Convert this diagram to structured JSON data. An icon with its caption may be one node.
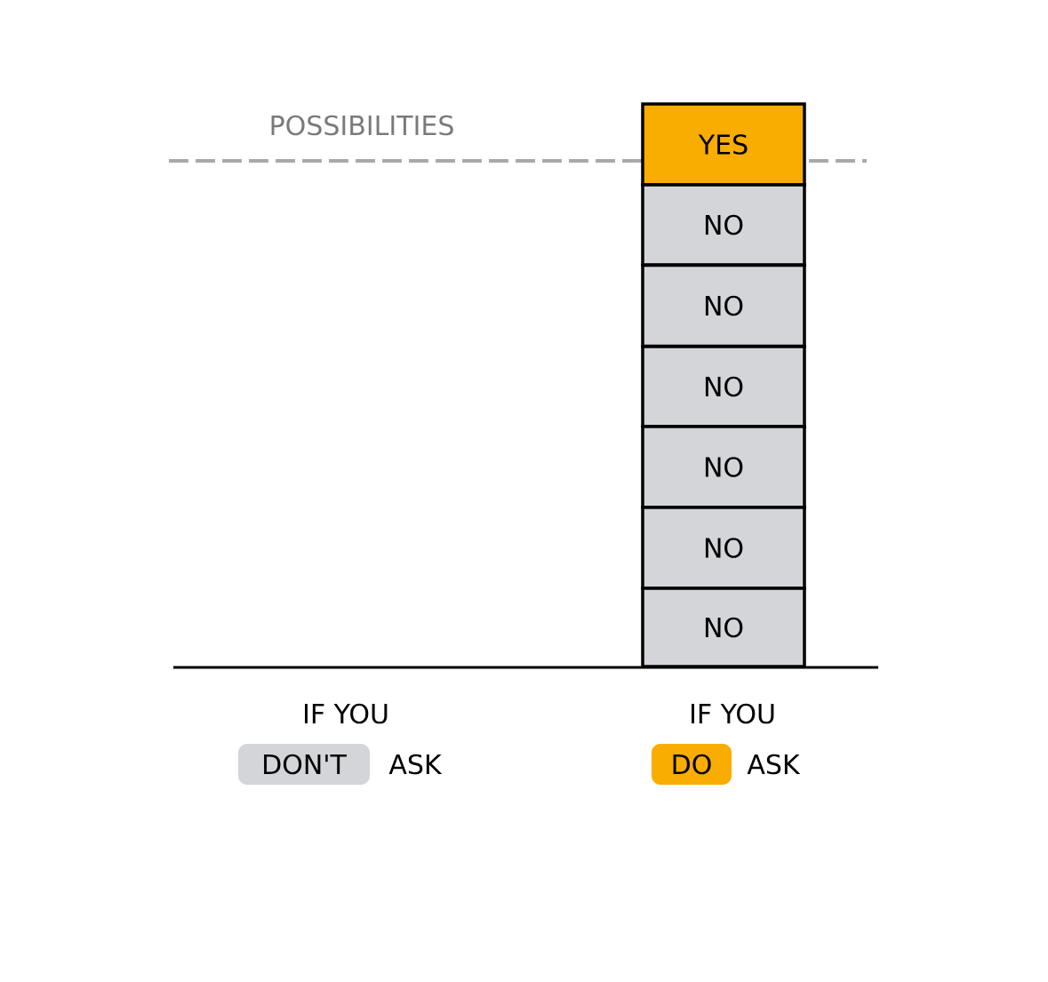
{
  "diagram": {
    "nodes": [
      {
        "text": [
          "YES"
        ]
      },
      {
        "text": [
          "NO"
        ]
      },
      {
        "text": [
          "NO"
        ]
      },
      {
        "text": [
          "NO"
        ]
      },
      {
        "text": [
          "NO"
        ]
      },
      {
        "text": [
          "NO"
        ]
      },
      {
        "text": [
          "NO"
        ]
      },
      {
        "text": [
          "DON'T"
        ]
      },
      {
        "text": [
          "DO"
        ]
      }
    ],
    "labels": [
      "POSSIBILITIES",
      "IF YOU",
      "ASK",
      "IF YOU",
      "ASK"
    ]
  }
}
